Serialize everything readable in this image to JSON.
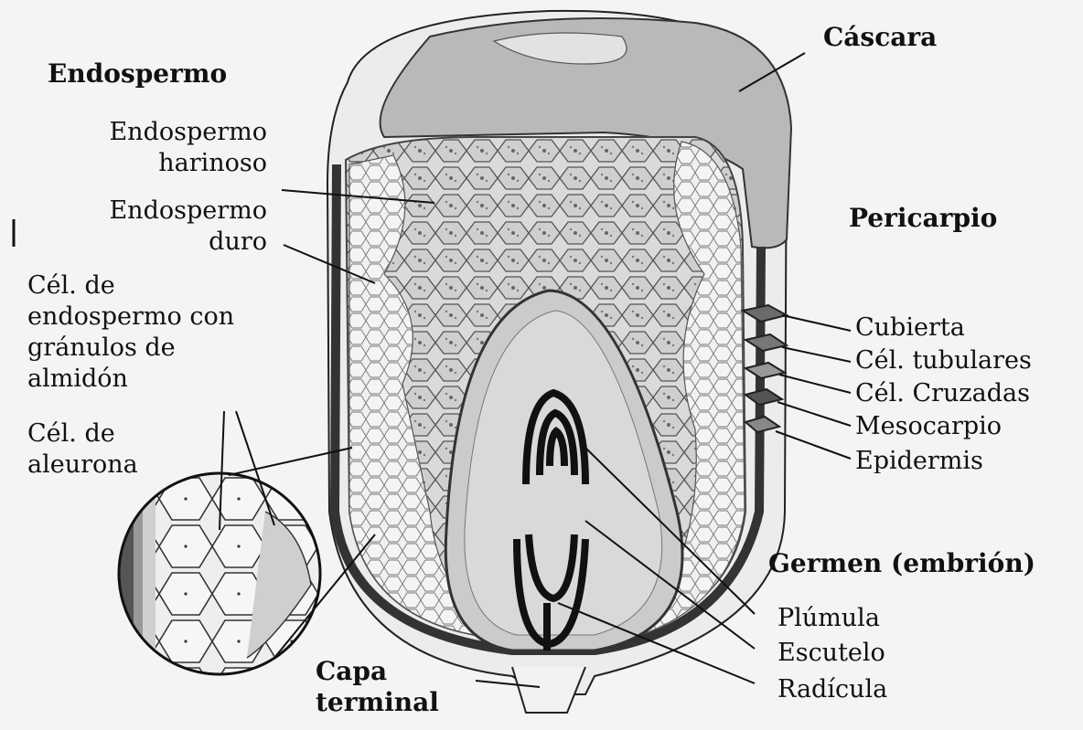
{
  "labels": {
    "endospermo": "Endospermo",
    "endospermo_harinoso_1": "Endospermo",
    "endospermo_harinoso_2": "harinoso",
    "endospermo_duro_1": "Endospermo",
    "endospermo_duro_2": "duro",
    "cel_granulos_1": "Cél. de",
    "cel_granulos_2": "endospermo con",
    "cel_granulos_3": "gránulos de",
    "cel_granulos_4": "almidón",
    "cel_aleurona_1": "Cél. de",
    "cel_aleurona_2": "aleurona",
    "cascara": "Cáscara",
    "pericarpio": "Pericarpio",
    "cubierta": "Cubierta",
    "cel_tubulares": "Cél. tubulares",
    "cel_cruzadas": "Cél. Cruzadas",
    "mesocarpio": "Mesocarpio",
    "epidermis": "Epidermis",
    "germen": "Germen (embrión)",
    "plumula": "Plúmula",
    "escutelo": "Escutelo",
    "radicula": "Radícula",
    "capa_terminal_1": "Capa",
    "capa_terminal_2": "terminal"
  },
  "colors": {
    "background": "#f4f4f2",
    "hull": "#bdbdbd",
    "endosperm": "#d8d8d8",
    "germ": "#c9c9c9",
    "line": "#111111"
  }
}
